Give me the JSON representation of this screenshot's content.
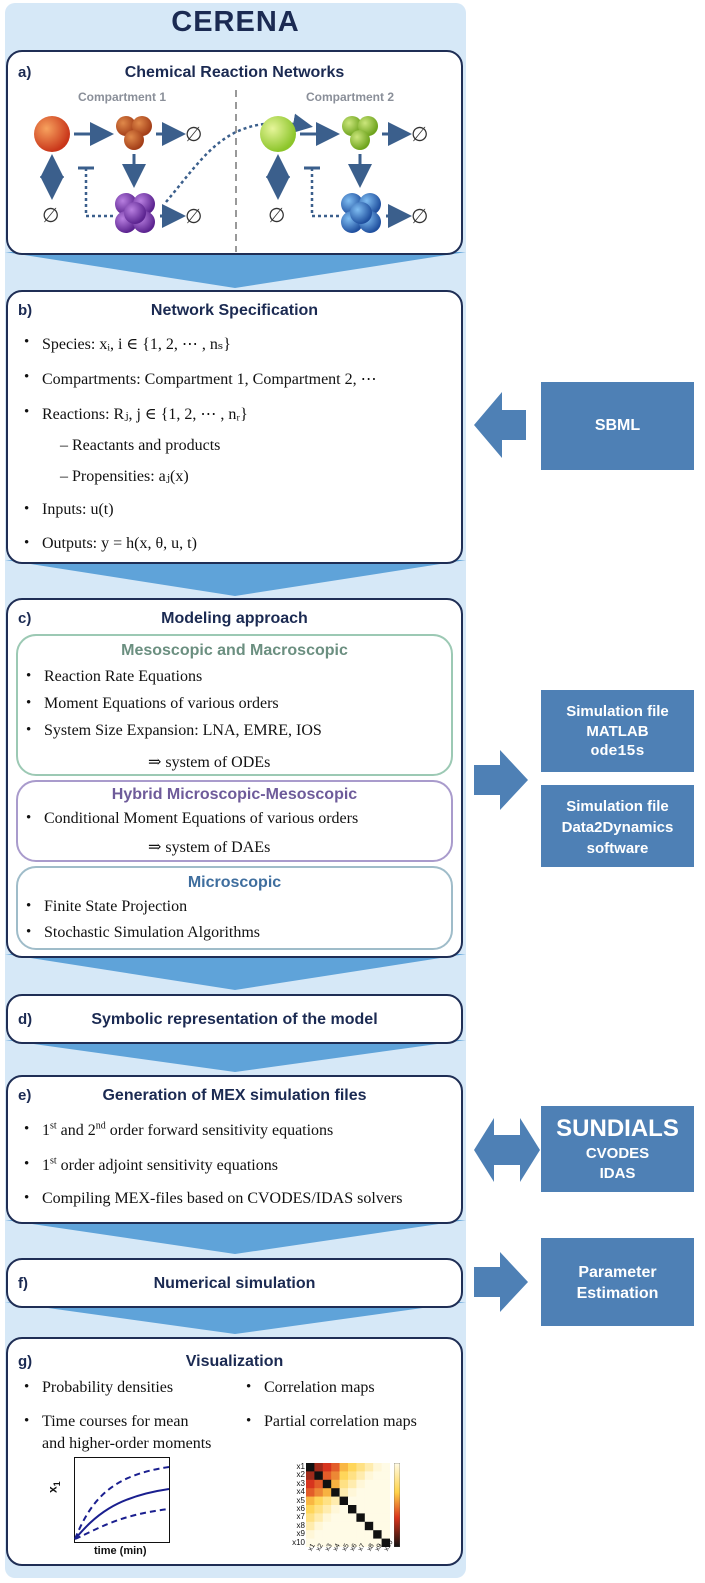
{
  "title": "CERENA",
  "a": {
    "label": "a)",
    "heading": "Chemical Reaction Networks",
    "compartment1": "Compartment 1",
    "compartment2": "Compartment 2",
    "empty_set": "∅"
  },
  "b": {
    "label": "b)",
    "heading": "Network Specification",
    "items": [
      "Species: xᵢ, i ∈ {1, 2, ⋯ , nₛ}",
      "Compartments: Compartment 1, Compartment 2, ⋯",
      "Reactions: Rⱼ, j ∈ {1, 2, ⋯ , nᵣ}",
      "Inputs: u(t)",
      "Outputs: y = h(x, θ, u, t)"
    ],
    "subitems": [
      "– Reactants and products",
      "– Propensities: aⱼ(x)"
    ]
  },
  "c": {
    "label": "c)",
    "heading": "Modeling approach",
    "meso": {
      "heading": "Mesoscopic and Macroscopic",
      "items": [
        "Reaction Rate Equations",
        "Moment Equations of various orders",
        "System Size Expansion: LNA, EMRE, IOS"
      ],
      "result": "⇒ system of ODEs"
    },
    "hybrid": {
      "heading": "Hybrid Microscopic-Mesoscopic",
      "items": [
        "Conditional Moment Equations of various orders"
      ],
      "result": "⇒ system of DAEs"
    },
    "micro": {
      "heading": "Microscopic",
      "items": [
        "Finite State Projection",
        "Stochastic Simulation Algorithms"
      ]
    }
  },
  "d": {
    "label": "d)",
    "heading": "Symbolic representation of the model"
  },
  "e": {
    "label": "e)",
    "heading": "Generation of MEX simulation files",
    "items": [
      {
        "sup": "st",
        "pre": "1",
        "mid": " and 2",
        "sup2": "nd",
        "post": " order forward sensitivity equations"
      },
      {
        "sup": "st",
        "pre": "1",
        "post": " order adjoint sensitivity equations"
      }
    ],
    "item3": "Compiling MEX-files based on CVODES/IDAS solvers"
  },
  "f": {
    "label": "f)",
    "heading": "Numerical simulation"
  },
  "g": {
    "label": "g)",
    "heading": "Visualization",
    "left_items": [
      "Probability densities",
      "Time courses for mean",
      "and higher-order moments"
    ],
    "right_items": [
      "Correlation maps",
      "Partial correlation maps"
    ],
    "plot": {
      "ylabel": "x",
      "ysub": "1",
      "xlabel": "time (min)"
    },
    "heatmap_labels": [
      "x1",
      "x2",
      "x3",
      "x4",
      "x5",
      "x6",
      "x7",
      "x8",
      "x9",
      "x10"
    ]
  },
  "side": {
    "sbml": "SBML",
    "sim_matlab": [
      "Simulation file",
      "MATLAB",
      "ode15s"
    ],
    "sim_d2d": [
      "Simulation file",
      "Data2Dynamics",
      "software"
    ],
    "sundials": [
      "SUNDIALS",
      "CVODES",
      "IDAS"
    ],
    "param": [
      "Parameter",
      "Estimation"
    ]
  },
  "colors": {
    "navy": "#1f2e55",
    "light_blue": "#d6e8f7",
    "chevron": "#5fa3d9",
    "side_box": "#4e80b5",
    "meso_border": "#9cc9b4",
    "hybrid_border": "#a99bcc",
    "micro_border": "#9fbcc9"
  }
}
